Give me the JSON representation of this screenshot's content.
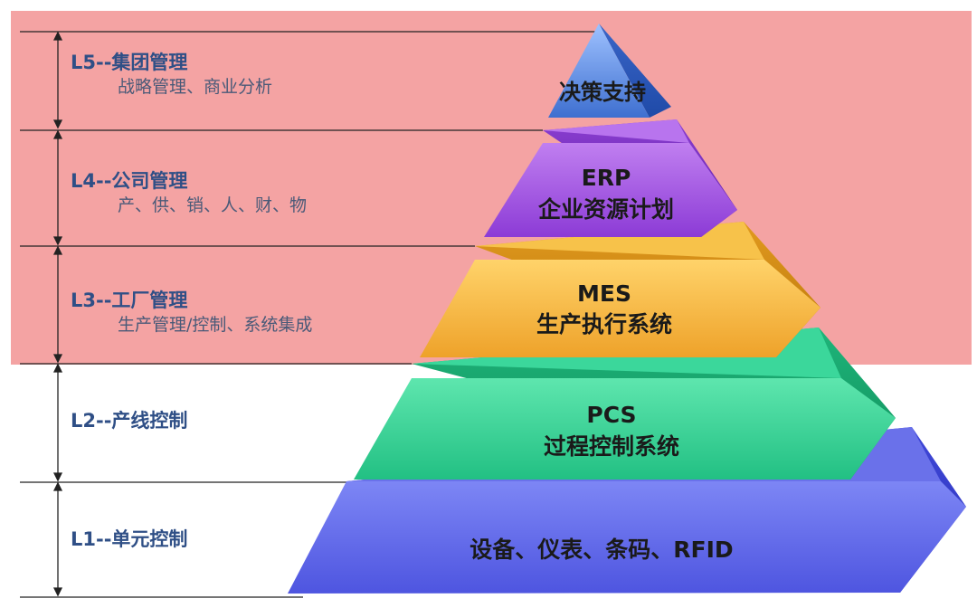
{
  "colors": {
    "upper_band": "#f4a3a3",
    "label_title": "#2f4f86",
    "label_desc": "#4a5a78",
    "pyramid_text": "#1a1a1a",
    "apex": "#4f82dc",
    "erp": "#a55be0",
    "mes": "#f3b63b",
    "pcs": "#2fcf93",
    "base": "#5a61e8"
  },
  "levels": [
    {
      "id": "l5",
      "title": "L5--集团管理",
      "desc": "战略管理、商业分析"
    },
    {
      "id": "l4",
      "title": "L4--公司管理",
      "desc": "产、供、销、人、财、物"
    },
    {
      "id": "l3",
      "title": "L3--工厂管理",
      "desc": "生产管理/控制、系统集成"
    },
    {
      "id": "l2",
      "title": "L2--产线控制",
      "desc": ""
    },
    {
      "id": "l1",
      "title": "L1--单元控制",
      "desc": ""
    }
  ],
  "pyramid": [
    {
      "id": "decision",
      "lines": [
        "决策支持"
      ]
    },
    {
      "id": "erp",
      "lines": [
        "ERP",
        "企业资源计划"
      ]
    },
    {
      "id": "mes",
      "lines": [
        "MES",
        "生产执行系统"
      ]
    },
    {
      "id": "pcs",
      "lines": [
        "PCS",
        "过程控制系统"
      ]
    },
    {
      "id": "equipment",
      "lines": [
        "设备、仪表、条码、RFID"
      ]
    }
  ]
}
